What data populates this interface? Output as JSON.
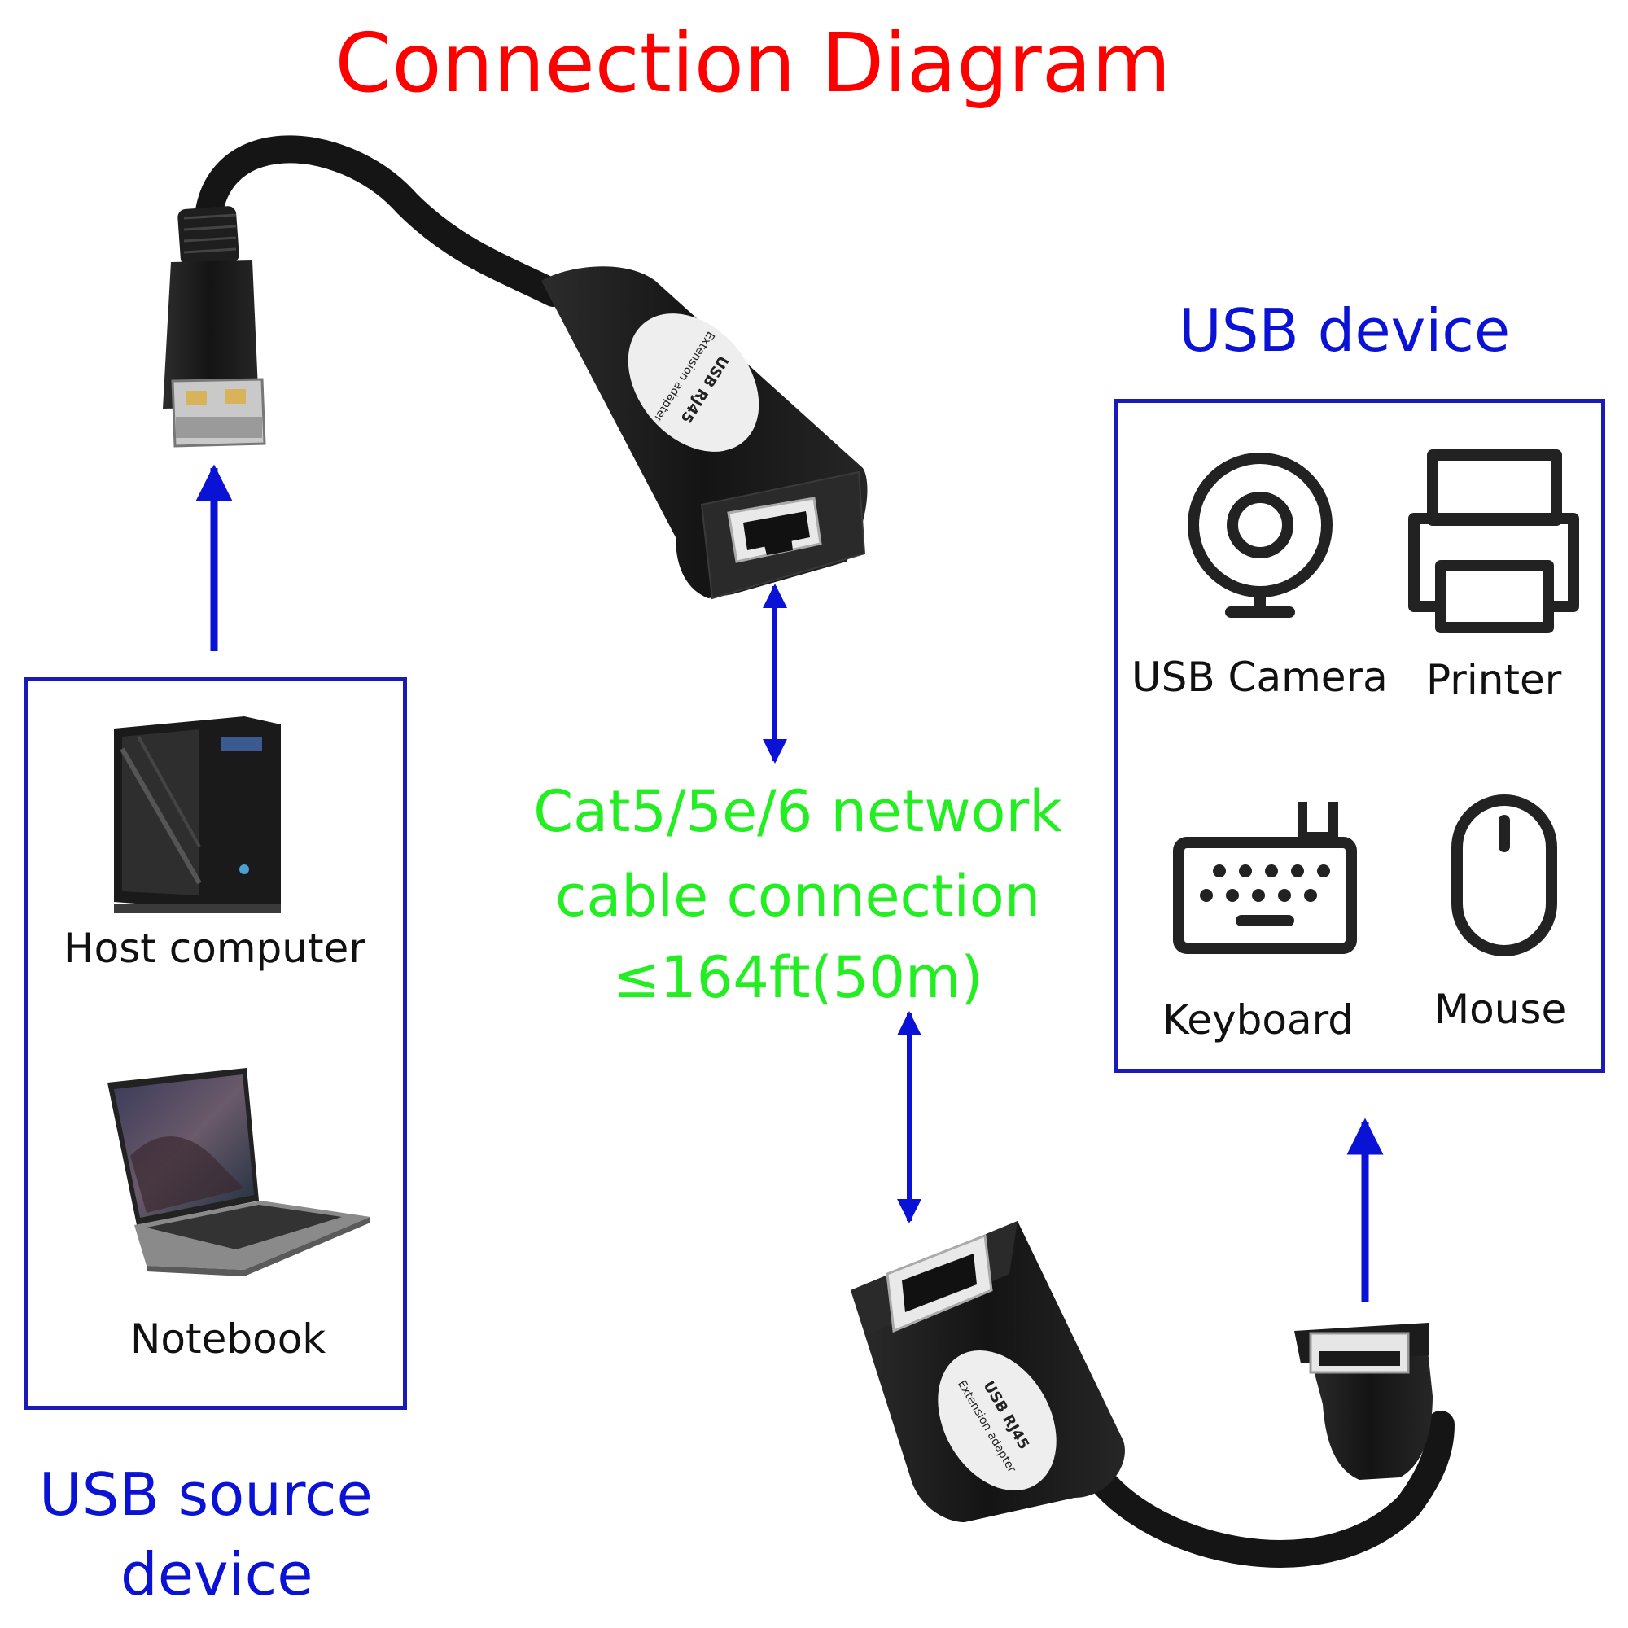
{
  "title": "Connection Diagram",
  "cable_text": {
    "line1": "Cat5/5e/6 network",
    "line2": "cable connection",
    "line3": "≤164ft(50m)"
  },
  "adapter_label": {
    "line1": "USB RJ45",
    "line2": "Extension adapter"
  },
  "source": {
    "heading_line1": "USB source",
    "heading_line2": "device",
    "items": [
      {
        "label": "Host computer",
        "icon": "desktop-tower-icon"
      },
      {
        "label": "Notebook",
        "icon": "laptop-icon"
      }
    ]
  },
  "target": {
    "heading": "USB device",
    "items": [
      {
        "label": "USB Camera",
        "icon": "webcam-icon"
      },
      {
        "label": "Printer",
        "icon": "printer-icon"
      },
      {
        "label": "Keyboard",
        "icon": "keyboard-icon"
      },
      {
        "label": "Mouse",
        "icon": "mouse-icon"
      }
    ]
  },
  "colors": {
    "title": "#ff0000",
    "heading": "#0a12d6",
    "box_border": "#1a1ab8",
    "arrow": "#0a12d6",
    "cable_text": "#22ee22",
    "device_body": "#1c1c1c"
  }
}
